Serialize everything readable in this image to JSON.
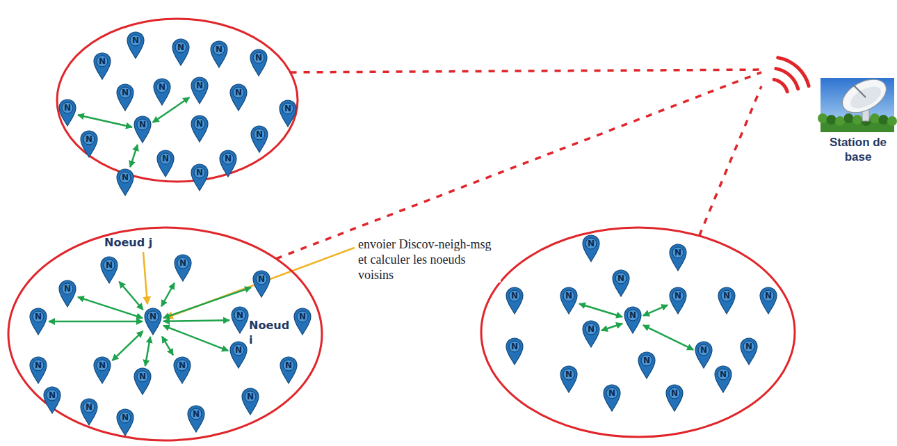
{
  "diagram": {
    "nodes": [
      {
        "text": []
      },
      {
        "text": [
          "N"
        ],
        "in": 0
      },
      {
        "text": [
          "N"
        ],
        "in": 0
      },
      {
        "text": [
          "N"
        ],
        "in": 0
      },
      {
        "text": [
          "N"
        ],
        "in": 0
      },
      {
        "text": [
          "N"
        ],
        "in": 0
      },
      {
        "text": [
          "N"
        ],
        "in": 0
      },
      {
        "text": [
          "N"
        ],
        "in": 0
      },
      {
        "text": [
          "N"
        ],
        "in": 0
      },
      {
        "text": [
          "N"
        ],
        "in": 0
      },
      {
        "text": [
          "N"
        ],
        "in": 0
      },
      {
        "text": [
          "N"
        ],
        "in": 0
      },
      {
        "text": [
          "N"
        ],
        "in": 0
      },
      {
        "text": [
          "N"
        ],
        "in": 0
      },
      {
        "text": [
          "N"
        ],
        "in": 0
      },
      {
        "text": [
          "N"
        ],
        "in": 0
      },
      {
        "text": [
          "N"
        ],
        "in": 0
      },
      {
        "text": [
          "N"
        ],
        "in": 0
      },
      {
        "text": [
          "N"
        ],
        "in": 0
      },
      {
        "text": [
          "N"
        ],
        "in": 0
      },
      {
        "text": []
      },
      {
        "text": [
          "N"
        ],
        "in": 20
      },
      {
        "text": [
          "N"
        ],
        "in": 20
      },
      {
        "text": [
          "N"
        ],
        "in": 20
      },
      {
        "text": [
          "N"
        ],
        "in": 20
      },
      {
        "text": [
          "N"
        ],
        "in": 20
      },
      {
        "text": [
          "N"
        ],
        "in": 20
      },
      {
        "text": [
          "N"
        ],
        "in": 20
      },
      {
        "text": [
          "N"
        ],
        "in": 20
      },
      {
        "text": [
          "N"
        ],
        "in": 20
      },
      {
        "text": [
          "N"
        ],
        "in": 20
      },
      {
        "text": [
          "N"
        ],
        "in": 20
      },
      {
        "text": [
          "N"
        ],
        "in": 20
      },
      {
        "text": [
          "N"
        ],
        "in": 20
      },
      {
        "text": [
          "N"
        ],
        "in": 20
      },
      {
        "text": [
          "N"
        ],
        "in": 20
      },
      {
        "text": [
          "N"
        ],
        "in": 20
      },
      {
        "text": [
          "N"
        ],
        "in": 20
      },
      {
        "text": [
          "N"
        ],
        "in": 20
      },
      {
        "text": [
          "N"
        ],
        "in": 20
      },
      {
        "text": []
      },
      {
        "text": [
          "N"
        ],
        "in": 40
      },
      {
        "text": [
          "N"
        ],
        "in": 40
      },
      {
        "text": [
          "N"
        ],
        "in": 40
      },
      {
        "text": [
          "N"
        ],
        "in": 40
      },
      {
        "text": [
          "N"
        ],
        "in": 40
      },
      {
        "text": [
          "N"
        ],
        "in": 40
      },
      {
        "text": [
          "N"
        ],
        "in": 40
      },
      {
        "text": [
          "N"
        ],
        "in": 40
      },
      {
        "text": [
          "N"
        ],
        "in": 40
      },
      {
        "text": [
          "N"
        ],
        "in": 40
      },
      {
        "text": [
          "N"
        ],
        "in": 40
      },
      {
        "text": [
          "N"
        ],
        "in": 40
      },
      {
        "text": [
          "N"
        ],
        "in": 40
      },
      {
        "text": [
          "N"
        ],
        "in": 40
      },
      {
        "text": [
          "N"
        ],
        "in": 40
      },
      {
        "text": [
          "N"
        ],
        "in": 40
      },
      {
        "text": [
          "N"
        ],
        "in": 40
      },
      {
        "text": [
          "N"
        ],
        "in": 40
      },
      {
        "text": [
          "Station de base"
        ]
      }
    ],
    "edges": [
      {
        "from": 0,
        "to": 59,
        "arrow": "none"
      },
      {
        "from": 20,
        "to": 59,
        "arrow": "none"
      },
      {
        "from": 40,
        "to": 59,
        "arrow": "none"
      },
      {
        "from": 11,
        "to": 10,
        "arrow": "both"
      },
      {
        "from": 11,
        "to": 8,
        "arrow": "both"
      },
      {
        "from": 11,
        "to": 19,
        "arrow": "both"
      },
      {
        "from": 26,
        "to": 21,
        "arrow": "both"
      },
      {
        "from": 26,
        "to": 22,
        "arrow": "both"
      },
      {
        "from": 26,
        "to": 23,
        "arrow": "both"
      },
      {
        "from": 26,
        "to": 24,
        "arrow": "both"
      },
      {
        "from": 26,
        "to": 25,
        "arrow": "both"
      },
      {
        "from": 26,
        "to": 27,
        "arrow": "both"
      },
      {
        "from": 26,
        "to": 29,
        "arrow": "both"
      },
      {
        "from": 26,
        "to": 31,
        "arrow": "both"
      },
      {
        "from": 26,
        "to": 32,
        "arrow": "both"
      },
      {
        "from": 26,
        "to": 33,
        "arrow": "both"
      },
      {
        "from": 49,
        "to": 45,
        "arrow": "both"
      },
      {
        "from": 49,
        "to": 46,
        "arrow": "both"
      },
      {
        "from": 49,
        "to": 50,
        "arrow": "both"
      },
      {
        "from": 49,
        "to": 52,
        "arrow": "both"
      }
    ],
    "labels": [
      "Noeud j",
      "envoier Discov-neigh-msg et calculer les noeuds voisins",
      "Noeud i"
    ]
  }
}
